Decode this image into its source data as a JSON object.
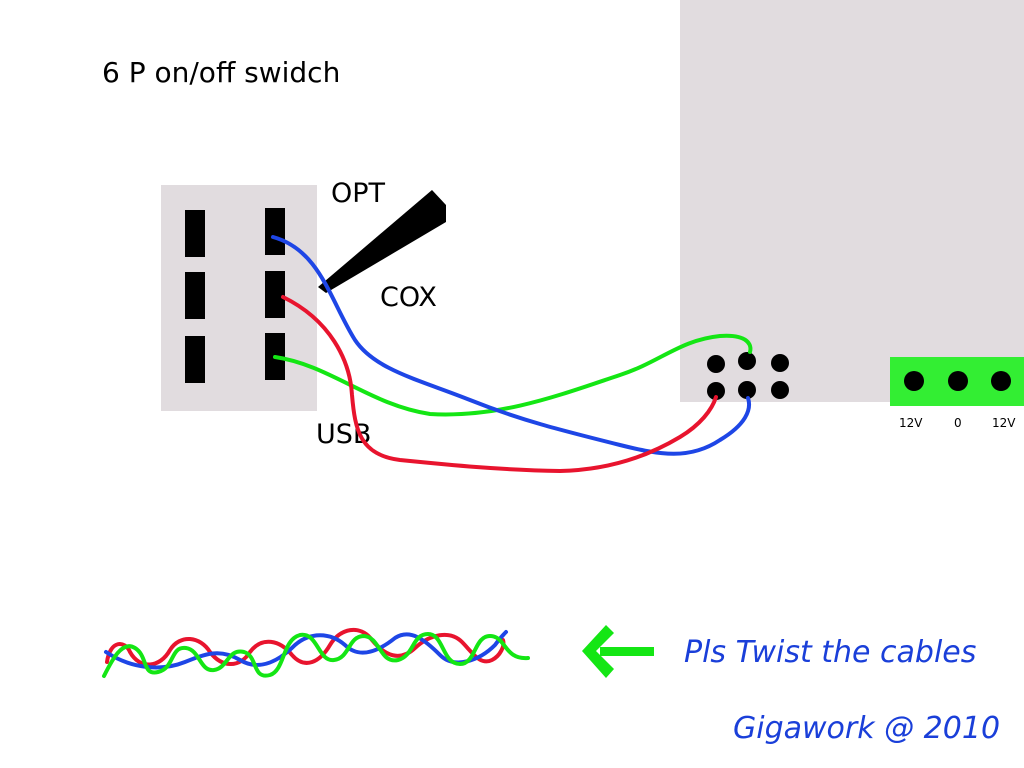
{
  "title": "6 P on/off swidch",
  "switch": {
    "position_labels": {
      "top": "OPT",
      "middle": "COX",
      "bottom": "USB"
    }
  },
  "power_connector": {
    "pin_labels": [
      "12V",
      "0",
      "12V"
    ]
  },
  "wires": {
    "blue": "#1e46e6",
    "red": "#e8142e",
    "green": "#14e614"
  },
  "colors": {
    "panel": "#e1dcdf",
    "connector": "#33ee33",
    "annotation": "#1a3fd9",
    "arrow": "#14e614"
  },
  "note": "Pls Twist the cables",
  "credit": "Gigawork @ 2010"
}
